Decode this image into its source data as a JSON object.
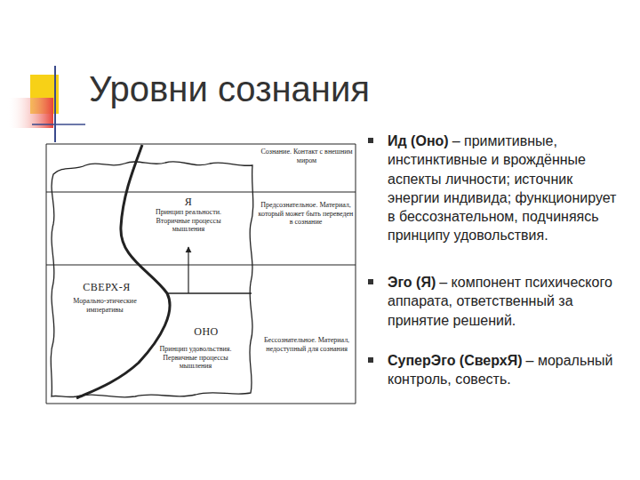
{
  "diagram": {
    "title": "Уровни сознания",
    "labels": [
      "Сознание. Контакт с внешним миром",
      "Я",
      "Принцип реальности. Вторичные процессы мышления",
      "Предсознательное. Материал, который может быть переведен в сознание",
      "СВЕРХ-Я",
      "Морально-этические императивы",
      "ОНО",
      "Принцип удовольствия. Первичные процессы мышления",
      "Бессознательное. Материал, недоступный для сознания",
      "Ид (Оно)",
      "– примитивные, инстинктивные и врождённые аспекты личности; источник энергии индивида; функционирует в бессознательном, подчиняясь принципу удовольствия.",
      "Эго (Я)",
      "– компонент психического аппарата, ответственный за принятие решений.",
      "СуперЭго (СверхЯ)",
      "– моральный контроль, совесть."
    ]
  }
}
